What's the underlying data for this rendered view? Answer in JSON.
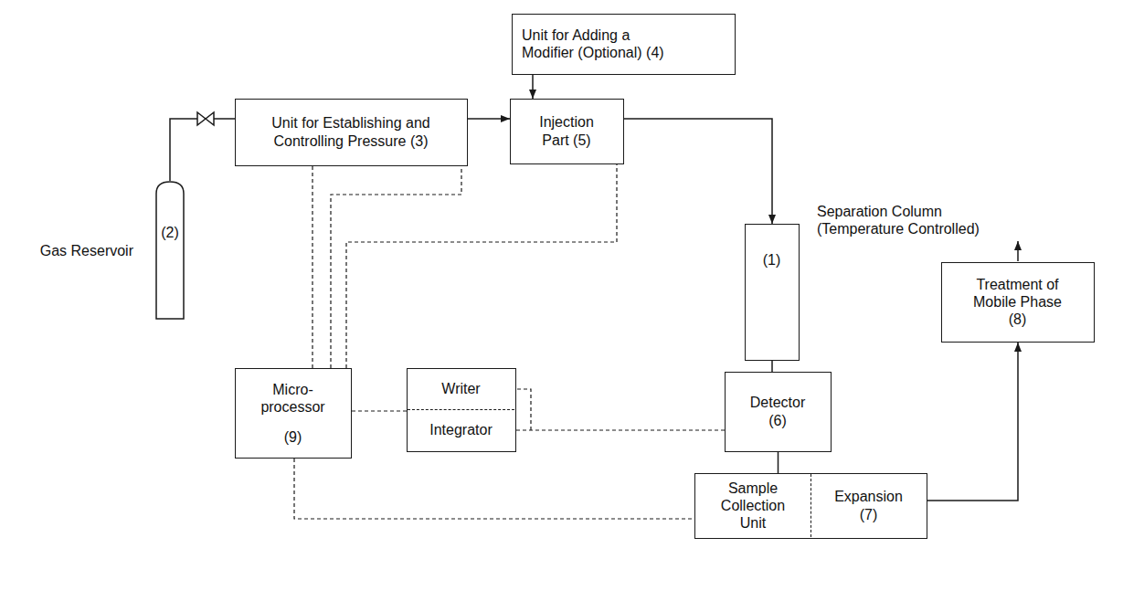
{
  "diagram": {
    "nodes": [
      {
        "text": [
          "Unit for Adding a Modifier (Optional) (4)"
        ]
      },
      {
        "text": [
          "Unit for Establishing and Controlling Pressure (3)"
        ]
      },
      {
        "text": [
          "Injection Part (5)"
        ]
      },
      {
        "text": [
          "Gas Reservoir",
          "(2)"
        ]
      },
      {
        "text": [
          "Separation Column (Temperature Controlled)",
          "(1)"
        ]
      },
      {
        "text": [
          "Treatment of Mobile Phase (8)"
        ]
      },
      {
        "text": [
          "Micro- processor",
          "(9)"
        ]
      },
      {
        "text": [
          "Writer",
          "Integrator"
        ]
      },
      {
        "text": [
          "Detector (6)"
        ]
      },
      {
        "text": [
          "Sample Collection Unit",
          "Expansion (7)"
        ]
      }
    ],
    "edges": [
      {
        "from": 3,
        "to": 1,
        "arrow": "none"
      },
      {
        "from": 1,
        "to": 2,
        "arrow": "to"
      },
      {
        "from": 0,
        "to": 2,
        "arrow": "to"
      },
      {
        "from": 2,
        "to": 4,
        "arrow": "to"
      },
      {
        "from": 4,
        "to": 8,
        "arrow": "none"
      },
      {
        "from": 8,
        "to": 9,
        "arrow": "none"
      },
      {
        "from": 9,
        "to": 5,
        "arrow": "to"
      },
      {
        "from": 6,
        "to": 1,
        "arrow": "none"
      },
      {
        "from": 6,
        "to": 1,
        "arrow": "none"
      },
      {
        "from": 6,
        "to": 2,
        "arrow": "none"
      },
      {
        "from": 6,
        "to": 7,
        "arrow": "none"
      },
      {
        "from": 7,
        "to": 8,
        "arrow": "none"
      },
      {
        "from": 6,
        "to": 9,
        "arrow": "none"
      }
    ]
  }
}
